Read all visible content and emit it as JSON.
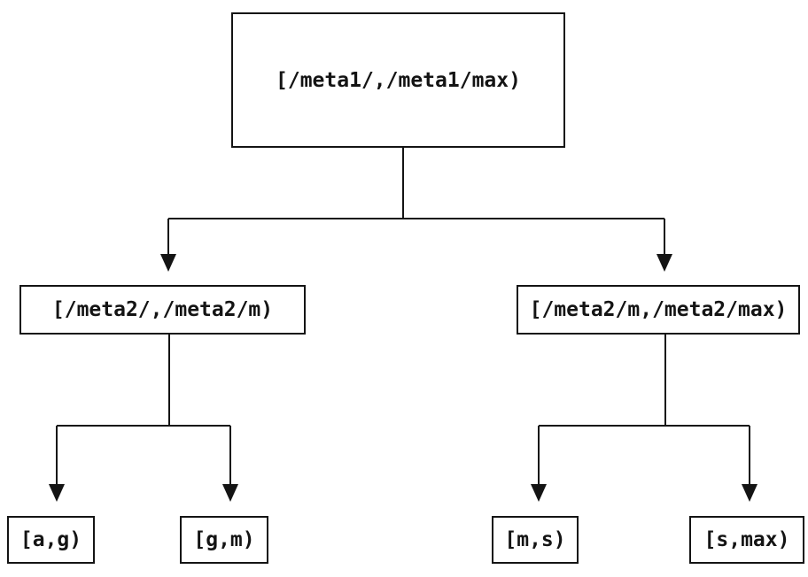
{
  "diagram": {
    "kind": "interval-partition-tree",
    "nodes": {
      "root": {
        "label": "[/meta1/,/meta1/max)"
      },
      "mid_left": {
        "label": "[/meta2/,/meta2/m)"
      },
      "mid_right": {
        "label": "[/meta2/m,/meta2/max)"
      },
      "leaf_ag": {
        "label": "[a,g)"
      },
      "leaf_gm": {
        "label": "[g,m)"
      },
      "leaf_ms": {
        "label": "[m,s)"
      },
      "leaf_smax": {
        "label": "[s,max)"
      }
    },
    "edges": [
      {
        "from": "root",
        "to": "mid_left"
      },
      {
        "from": "root",
        "to": "mid_right"
      },
      {
        "from": "mid_left",
        "to": "leaf_ag"
      },
      {
        "from": "mid_left",
        "to": "leaf_gm"
      },
      {
        "from": "mid_right",
        "to": "leaf_ms"
      },
      {
        "from": "mid_right",
        "to": "leaf_smax"
      }
    ],
    "colors": {
      "line": "#141414",
      "text": "#141414",
      "background": "#ffffff"
    }
  }
}
